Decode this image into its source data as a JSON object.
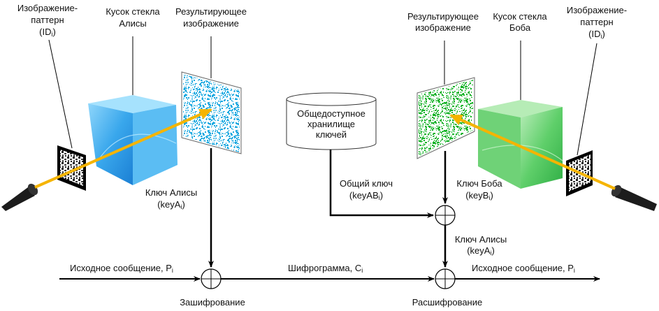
{
  "alice": {
    "pattern_label": [
      "Изображение-",
      "паттерн"
    ],
    "pattern_id": {
      "main": "(ID",
      "sub": "i",
      "end": ")"
    },
    "glass_label": [
      "Кусок стекла",
      "Алисы"
    ],
    "result_label": [
      "Результирующее",
      "изображение"
    ],
    "key_label": "Ключ Алисы",
    "key_var": {
      "main": "(keyA",
      "sub": "i",
      "end": ")"
    }
  },
  "bob": {
    "pattern_label": [
      "Изображение-",
      "паттерн"
    ],
    "pattern_id": {
      "main": "(ID",
      "sub": "i",
      "end": ")"
    },
    "glass_label": [
      "Кусок стекла",
      "Боба"
    ],
    "result_label": [
      "Результирующее",
      "изображение"
    ],
    "key_label": "Ключ Боба",
    "key_var": {
      "main": "(keyB",
      "sub": "i",
      "end": ")"
    },
    "alice_key_label": "Ключ Алисы",
    "alice_key_var": {
      "main": "(keyA",
      "sub": "i",
      "end": ")"
    }
  },
  "storage": {
    "label": [
      "Общедоступное",
      "хранилище",
      "ключей"
    ],
    "shared_key_label": "Общий ключ",
    "shared_key_var": {
      "main": "(keyAB",
      "sub": "i",
      "end": ")"
    }
  },
  "flow": {
    "plaintext_in": {
      "main": "Исходное сообщение, P",
      "sub": "i"
    },
    "ciphertext": {
      "main": "Шифрограмма, C",
      "sub": "i"
    },
    "plaintext_out": {
      "main": "Исходное сообщение, P",
      "sub": "i"
    },
    "encrypt_label": "Зашифрование",
    "decrypt_label": "Расшифрование"
  },
  "colors": {
    "alice_glass": "#3aa8ee",
    "bob_glass": "#4cc25a",
    "beam": "#f5b400",
    "alice_noise": "#19a8e0",
    "bob_noise": "#13b226"
  }
}
